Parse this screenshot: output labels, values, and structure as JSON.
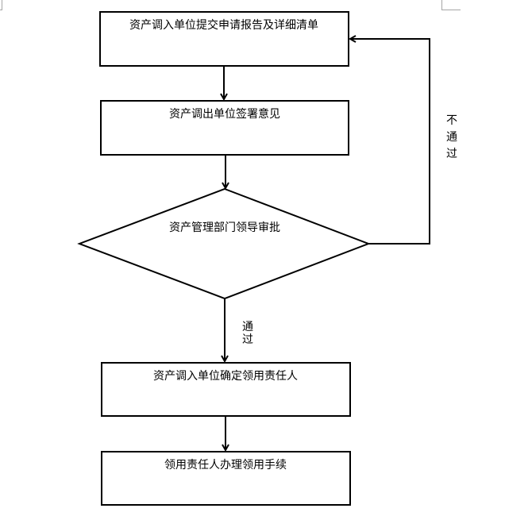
{
  "diagram": {
    "type": "flowchart",
    "nodes": [
      {
        "id": "n1",
        "shape": "rect",
        "label": "资产调入单位提交申请报告及详细清单"
      },
      {
        "id": "n2",
        "shape": "rect",
        "label": "资产调出单位签署意见"
      },
      {
        "id": "n3",
        "shape": "diamond",
        "label": "资产管理部门领导审批"
      },
      {
        "id": "n4",
        "shape": "rect",
        "label": "资产调入单位确定领用责任人"
      },
      {
        "id": "n5",
        "shape": "rect",
        "label": "领用责任人办理领用手续"
      }
    ],
    "edges": [
      {
        "from": "n1",
        "to": "n2",
        "label": ""
      },
      {
        "from": "n2",
        "to": "n3",
        "label": ""
      },
      {
        "from": "n3",
        "to": "n4",
        "label": "通过"
      },
      {
        "from": "n4",
        "to": "n5",
        "label": ""
      },
      {
        "from": "n3",
        "to": "n1",
        "label": "不通过"
      }
    ],
    "edge_labels": {
      "pass": [
        "通",
        "过"
      ],
      "fail": [
        "不",
        "通",
        "过"
      ]
    },
    "colors": {
      "stroke": "#000000",
      "background": "#ffffff",
      "crop_mark": "#a6a6a6"
    }
  }
}
